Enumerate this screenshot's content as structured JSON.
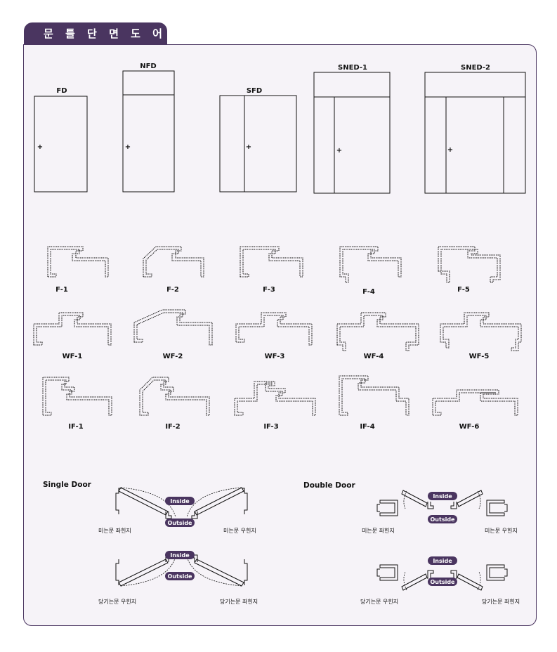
{
  "title": "문 틀 단 면 도 어 디 자 인",
  "door_types": [
    "FD",
    "NFD",
    "SFD",
    "SNED-1",
    "SNED-2"
  ],
  "frames_row1": [
    "F-1",
    "F-2",
    "F-3",
    "F-4",
    "F-5"
  ],
  "frames_row2": [
    "WF-1",
    "WF-2",
    "WF-3",
    "WF-4",
    "WF-5"
  ],
  "frames_row3": [
    "IF-1",
    "IF-2",
    "IF-3",
    "IF-4",
    "WF-6"
  ],
  "single_door": {
    "heading": "Single Door",
    "inside": "Inside",
    "outside": "Outside",
    "push_left": "미는문 좌힌지",
    "push_right": "미는문 우힌지",
    "pull_left": "당기는문 우힌지",
    "pull_right": "당기는문 좌힌지"
  },
  "double_door": {
    "heading": "Double Door",
    "inside": "Inside",
    "outside": "Outside",
    "push_left": "미는문 좌힌지",
    "push_right": "미는문 우힌지",
    "pull_left": "당기는문 우힌지",
    "pull_right": "당기는문 좌힌지"
  }
}
